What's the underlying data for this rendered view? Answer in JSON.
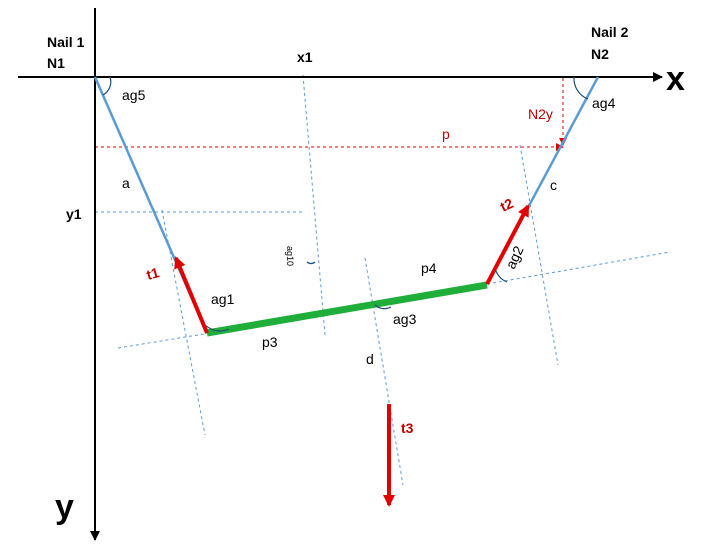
{
  "axes": {
    "x_label": "x",
    "y_label": "y"
  },
  "nails": {
    "n1_title": "Nail 1",
    "n1_short": "N1",
    "n2_title": "Nail 2",
    "n2_short": "N2"
  },
  "labels": {
    "x1": "x1",
    "y1": "y1",
    "p": "p",
    "n2y": "N2y",
    "a": "a",
    "c": "c",
    "d": "d",
    "p3": "p3",
    "p4": "p4",
    "t1": "t1",
    "t2": "t2",
    "t3": "t3",
    "ag1": "ag1",
    "ag2": "ag2",
    "ag3": "ag3",
    "ag4": "ag4",
    "ag5": "ag5",
    "ag10": "ag10"
  },
  "colors": {
    "axis": "#000000",
    "string": "#5b9bd5",
    "bar": "#1fae3a",
    "force": "#e00000",
    "dimension": "#e00000",
    "guide": "#5b9bd5",
    "text_red": "#c00000"
  }
}
